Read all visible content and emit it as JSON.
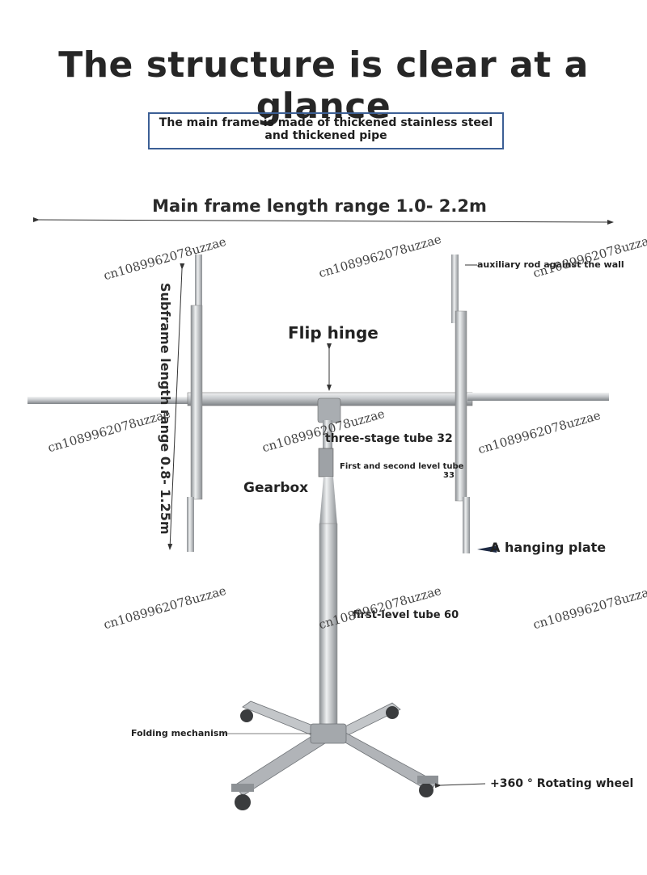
{
  "title": "The structure is clear at a glance",
  "subtitle": "The main frame is made of thickened stainless steel and thickened pipe",
  "main_frame_range": "Main frame length range 1.0- 2.2m",
  "subframe_range": "Subframe length range 0.8- 1.25m",
  "labels": {
    "auxiliary_rod": "auxiliary rod against the wall",
    "flip_hinge": "Flip hinge",
    "three_stage_tube": "three-stage tube 32",
    "first_second_tube": "First and second level tube",
    "first_second_tube_num": "33",
    "gearbox": "Gearbox",
    "hanging_plate": "A hanging plate",
    "first_level_tube": "first-level tube 60",
    "folding_mechanism": "Folding mechanism",
    "rotating_wheel": "+360 ° Rotating wheel"
  },
  "watermark": "cn1089962078uzzae",
  "colors": {
    "steel": "#b9bcc0",
    "steel_dark": "#7d8186",
    "steel_light": "#e9ebed",
    "box_border": "#3c5f95"
  }
}
